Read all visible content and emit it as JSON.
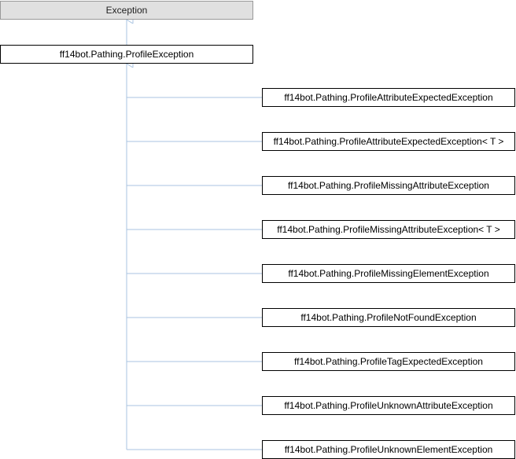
{
  "diagram": {
    "root": {
      "label": "Exception"
    },
    "base": {
      "label": "ff14bot.Pathing.ProfileException"
    },
    "derived": [
      {
        "label": "ff14bot.Pathing.ProfileAttributeExpectedException"
      },
      {
        "label": "ff14bot.Pathing.ProfileAttributeExpectedException< T >"
      },
      {
        "label": "ff14bot.Pathing.ProfileMissingAttributeException"
      },
      {
        "label": "ff14bot.Pathing.ProfileMissingAttributeException< T >"
      },
      {
        "label": "ff14bot.Pathing.ProfileMissingElementException"
      },
      {
        "label": "ff14bot.Pathing.ProfileNotFoundException"
      },
      {
        "label": "ff14bot.Pathing.ProfileTagExpectedException"
      },
      {
        "label": "ff14bot.Pathing.ProfileUnknownAttributeException"
      },
      {
        "label": "ff14bot.Pathing.ProfileUnknownElementException"
      }
    ],
    "colors": {
      "edge": "#a8c3e0",
      "external_fill": "#e0e0e0",
      "external_border": "#999999",
      "node_border": "#000000"
    }
  }
}
